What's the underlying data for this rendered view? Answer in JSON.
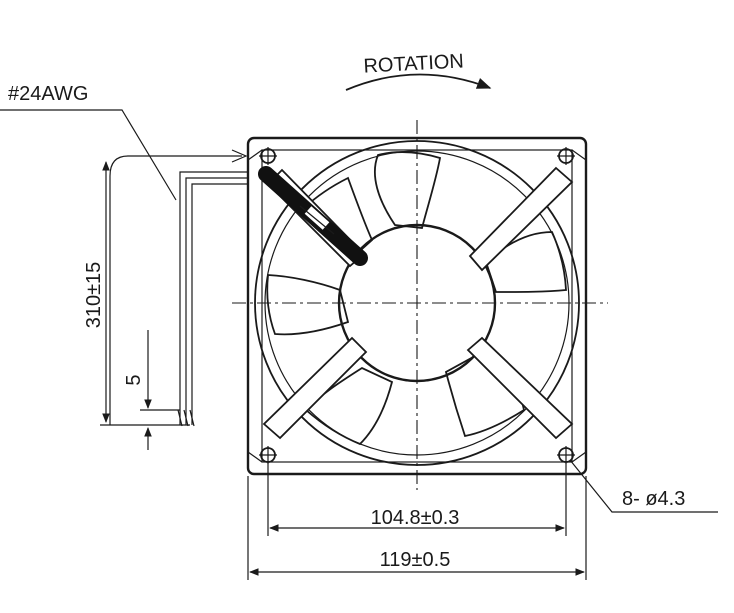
{
  "labels": {
    "rotation": "ROTATION",
    "wire_gauge": "#24AWG",
    "lead_length": "310±15",
    "strip_length": "5",
    "hole_spacing": "104.8±0.3",
    "overall_width": "119±0.5",
    "mount_holes": "8- ø4.3"
  }
}
